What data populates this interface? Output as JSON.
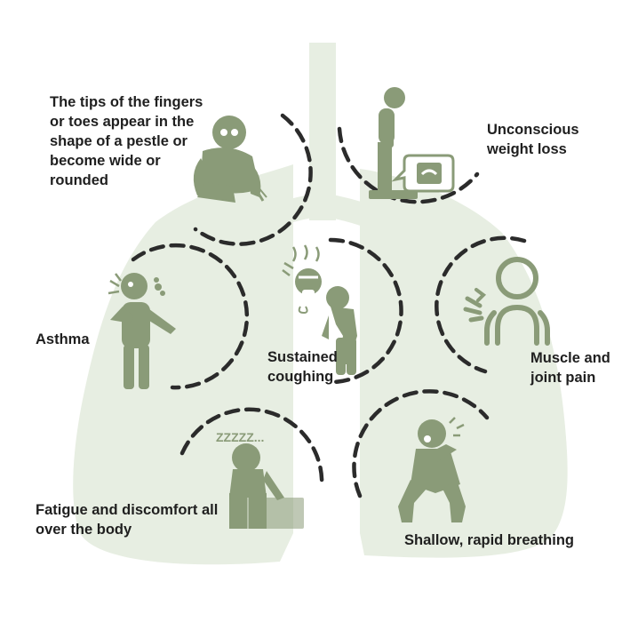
{
  "symptoms": {
    "clubbing": "The tips of the fingers or toes appear in the shape of a pestle or become wide or rounded",
    "weight_loss": "Unconscious weight loss",
    "asthma": "Asthma",
    "coughing": "Sustained coughing",
    "muscle_pain": "Muscle and joint pain",
    "fatigue": "Fatigue and discomfort all over the body",
    "breathing": "Shallow, rapid breathing"
  },
  "sleep_text": "ZZZZZ...",
  "icons": {
    "clubbing": "crouching-person-icon",
    "weight_loss": "person-on-scale-icon",
    "asthma": "wheezing-person-icon",
    "coughing": "coughing-person-icon",
    "muscle_pain": "aching-shoulder-icon",
    "fatigue": "sleeping-person-icon",
    "breathing": "breathless-person-icon"
  },
  "colors": {
    "lung_fill": "#e7eee2",
    "figure": "#8a9b78",
    "dash": "#2b2b2b",
    "text": "#1f1f1f"
  }
}
